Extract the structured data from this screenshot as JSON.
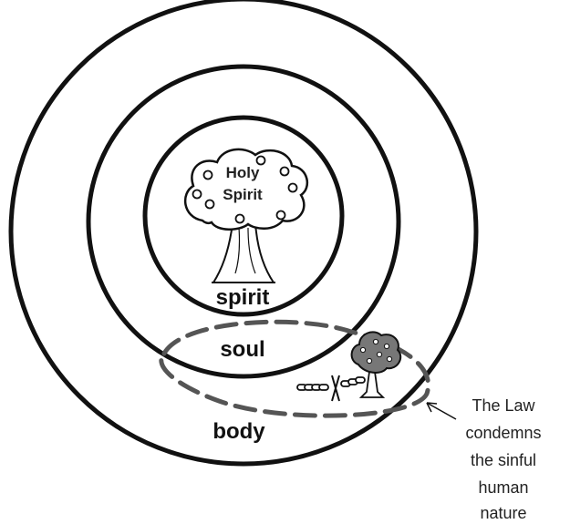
{
  "labels": {
    "tree_line1": "Holy",
    "tree_line2": "Spirit",
    "spirit": "spirit",
    "soul": "soul",
    "body": "body"
  },
  "annotation": [
    "The Law",
    "condemns",
    "the sinful",
    "human",
    "nature"
  ],
  "icons": {
    "tree": "holy-spirit-tree-icon",
    "small_tree": "sinful-nature-tree-icon",
    "chain": "broken-chain-icon",
    "arrow": "pointer-arrow-icon"
  },
  "colors": {
    "ink": "#111111",
    "dash": "#555555",
    "tree_fill": "#777777"
  }
}
